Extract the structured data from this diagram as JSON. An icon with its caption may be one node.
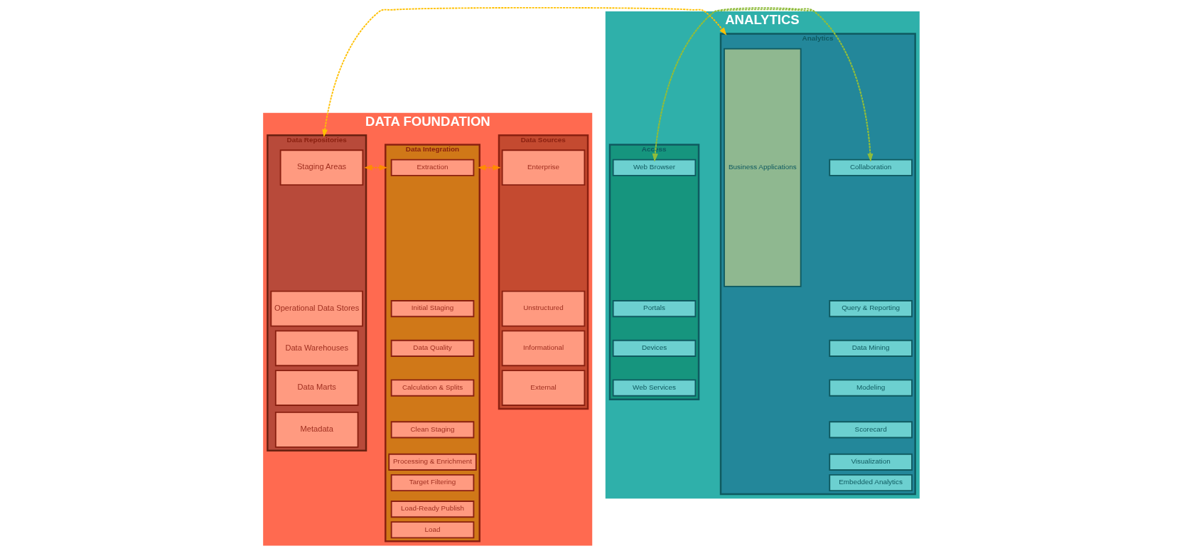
{
  "diagram": {
    "nodes": [
      {
        "text": [
          "DATA FOUNDATION"
        ]
      },
      {
        "text": [
          "Data Sources"
        ],
        "in": 0
      },
      {
        "text": [
          "Enterprise"
        ],
        "in": 1
      },
      {
        "text": [
          "Unstructured"
        ],
        "in": 1
      },
      {
        "text": [
          "Informational"
        ],
        "in": 1
      },
      {
        "text": [
          "External"
        ],
        "in": 1
      },
      {
        "text": [
          "Data Integration"
        ],
        "in": 0
      },
      {
        "text": [
          "Extraction"
        ],
        "in": 6
      },
      {
        "text": [
          "Initial Staging"
        ],
        "in": 6
      },
      {
        "text": [
          "Data Quality"
        ],
        "in": 6
      },
      {
        "text": [
          "Calculation & Splits"
        ],
        "in": 6
      },
      {
        "text": [
          "Clean Staging"
        ],
        "in": 6
      },
      {
        "text": [
          "Processing & Enrichment"
        ],
        "in": 6
      },
      {
        "text": [
          "Target Filtering"
        ],
        "in": 6
      },
      {
        "text": [
          "Load-Ready Publish"
        ],
        "in": 6
      },
      {
        "text": [
          "Load"
        ],
        "in": 6
      },
      {
        "text": [
          "Data Repositories"
        ],
        "in": 0
      },
      {
        "text": [
          "Staging Areas"
        ],
        "in": 16
      },
      {
        "text": [
          "Operational Data Stores"
        ],
        "in": 16
      },
      {
        "text": [
          "Data Warehouses"
        ],
        "in": 16
      },
      {
        "text": [
          "Data Marts"
        ],
        "in": 16
      },
      {
        "text": [
          "Metadata"
        ],
        "in": 16
      },
      {
        "text": [
          "ANALYTICS"
        ]
      },
      {
        "text": [
          "Analytics"
        ],
        "in": 22
      },
      {
        "text": [
          "Business Applications"
        ],
        "in": 23
      },
      {
        "text": [
          "Collaboration"
        ],
        "in": 23
      },
      {
        "text": [
          "Query & Reporting"
        ],
        "in": 23
      },
      {
        "text": [
          "Data Mining"
        ],
        "in": 23
      },
      {
        "text": [
          "Modeling"
        ],
        "in": 23
      },
      {
        "text": [
          "Scorecard"
        ],
        "in": 23
      },
      {
        "text": [
          "Visualization"
        ],
        "in": 23
      },
      {
        "text": [
          "Embedded Analytics"
        ],
        "in": 23
      },
      {
        "text": [
          "Access"
        ],
        "in": 22
      },
      {
        "text": [
          "Web Browser"
        ],
        "in": 32
      },
      {
        "text": [
          "Portals"
        ],
        "in": 32
      },
      {
        "text": [
          "Devices"
        ],
        "in": 32
      },
      {
        "text": [
          "Web Services"
        ],
        "in": 32
      }
    ],
    "edges": [
      {
        "from": 1,
        "to": 6,
        "arrow": "both",
        "style": "dashed"
      },
      {
        "from": 6,
        "to": 16,
        "arrow": "both",
        "style": "dashed"
      },
      {
        "from": 16,
        "to": 23,
        "arrow": "both",
        "style": "dashed",
        "color": "#ffc000"
      },
      {
        "from": 23,
        "to": 32,
        "arrow": "both",
        "style": "dashed",
        "color": "#8fbc3c"
      }
    ]
  }
}
